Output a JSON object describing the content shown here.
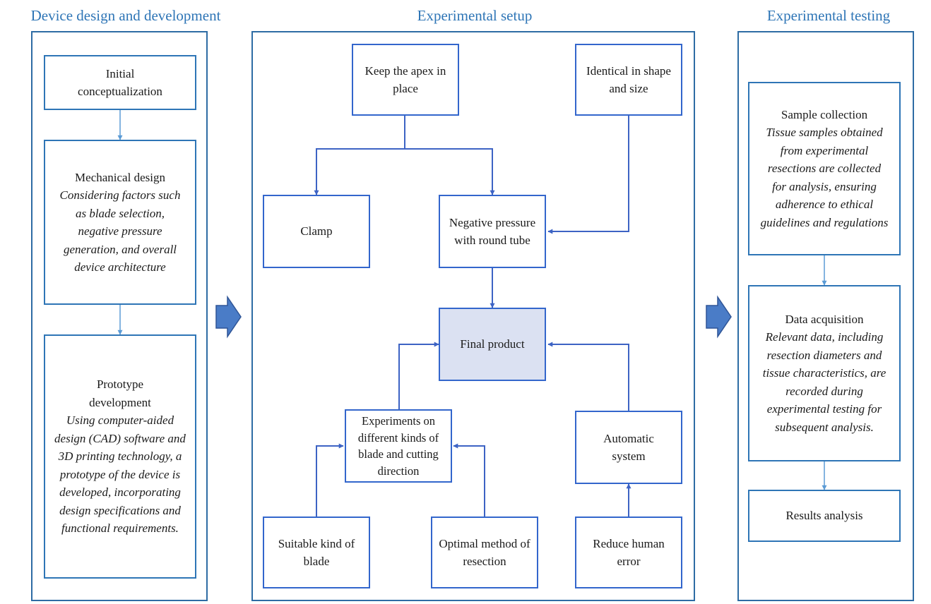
{
  "columns": {
    "left_title": "Device design and development",
    "middle_title": "Experimental setup",
    "right_title": "Experimental testing"
  },
  "left": {
    "initial": "Initial conceptualization",
    "mechanical_title": "Mechanical design",
    "mechanical_desc": "Considering factors such as blade selection, negative pressure generation, and overall device architecture",
    "prototype_title": "Prototype development",
    "prototype_desc": "Using computer-aided design (CAD) software and 3D printing technology, a prototype of the device is developed, incorporating design specifications and functional requirements."
  },
  "middle": {
    "keep_apex": "Keep the apex in place",
    "identical": "Identical in shape and size",
    "clamp": "Clamp",
    "negative_pressure": "Negative pressure with round tube",
    "final_product": "Final product",
    "experiments": "Experiments on different kinds of blade and cutting direction",
    "automatic": "Automatic system",
    "suitable_blade": "Suitable kind of blade",
    "optimal_method": "Optimal method of resection",
    "reduce_error": "Reduce human error"
  },
  "right": {
    "sample_title": "Sample collection",
    "sample_desc": "Tissue samples obtained from experimental resections are collected for analysis, ensuring adherence to ethical guidelines and regulations",
    "data_title": "Data acquisition",
    "data_desc": "Relevant data, including resection diameters and tissue characteristics, are recorded during experimental testing for subsequent analysis.",
    "results": "Results analysis"
  },
  "colors": {
    "title_text": "#2e75b6",
    "box_border": "#3366cc",
    "final_fill": "#dbe1f2",
    "big_arrow": "#4a7cc7"
  }
}
